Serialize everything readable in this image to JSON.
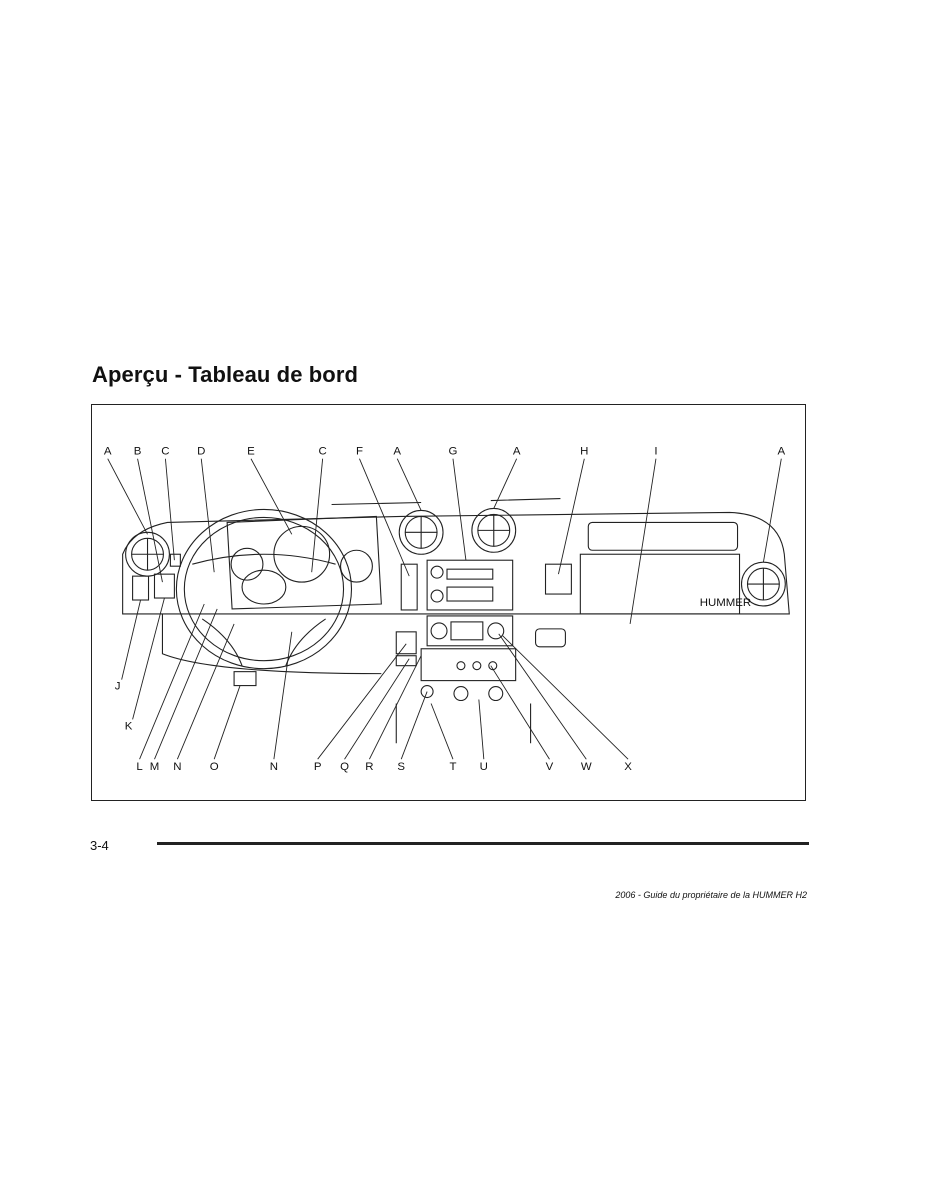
{
  "title": "Aperçu - Tableau de bord",
  "callouts_top": [
    "A",
    "B",
    "C",
    "D",
    "E",
    "C",
    "F",
    "A",
    "G",
    "A",
    "H",
    "I",
    "A"
  ],
  "callouts_left": [
    "J",
    "K"
  ],
  "callouts_bottom": [
    "L",
    "M",
    "N",
    "O",
    "N",
    "P",
    "Q",
    "R",
    "S",
    "T",
    "U",
    "V",
    "W",
    "X"
  ],
  "badge": "HUMMER",
  "page_number": "3-4",
  "footer": "2006 - Guide du propriétaire de la HUMMER H2"
}
